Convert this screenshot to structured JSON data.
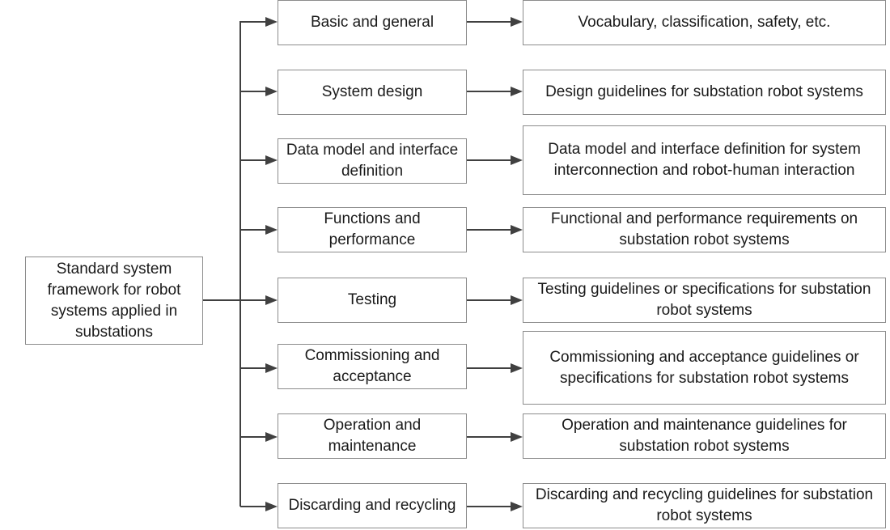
{
  "root": {
    "text": "Standard system framework for robot systems applied in substations"
  },
  "branches": [
    {
      "category": "Basic and general",
      "description": "Vocabulary, classification, safety, etc."
    },
    {
      "category": "System design",
      "description": "Design guidelines for substation robot systems"
    },
    {
      "category": "Data model and interface definition",
      "description": "Data model and interface definition for system interconnection and robot-human interaction"
    },
    {
      "category": "Functions and performance",
      "description": "Functional and performance requirements on substation robot systems"
    },
    {
      "category": "Testing",
      "description": "Testing guidelines or specifications for substation robot systems"
    },
    {
      "category": "Commissioning and acceptance",
      "description": "Commissioning and acceptance guidelines or specifications for substation robot systems"
    },
    {
      "category": "Operation and maintenance",
      "description": "Operation and maintenance guidelines for substation robot systems"
    },
    {
      "category": "Discarding and recycling",
      "description": "Discarding and recycling guidelines for substation robot systems"
    }
  ]
}
